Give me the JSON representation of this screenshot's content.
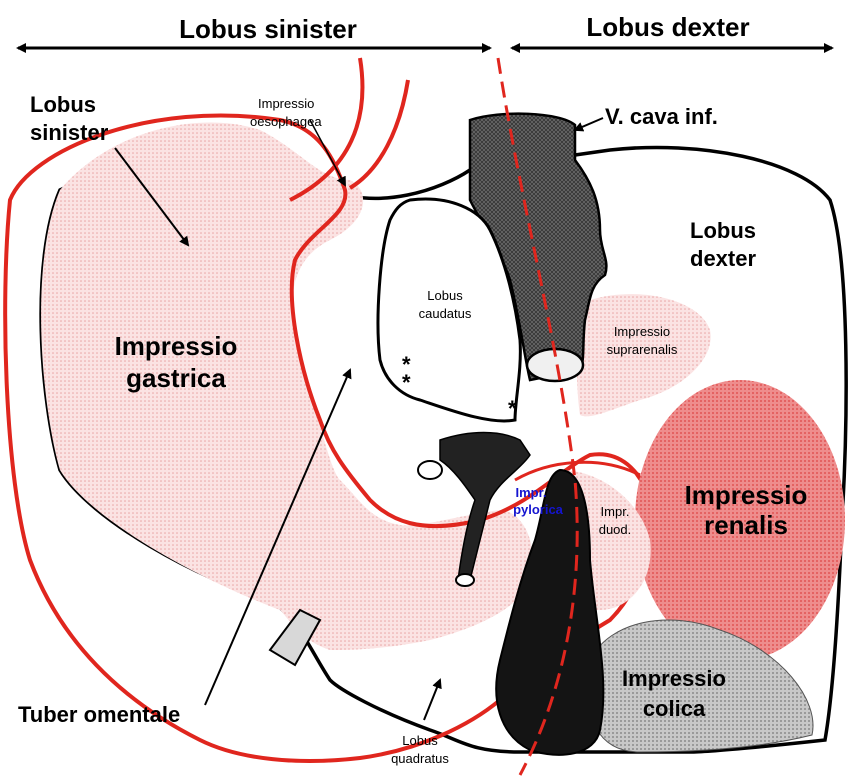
{
  "colors": {
    "outline": "#000000",
    "red_line": "#e0261e",
    "pink_fill": "#f6cdcd",
    "renal_fill": "#ec8080",
    "supra_fill": "#f4b2b2",
    "dark_vessel": "#575757",
    "grey_fill": "#a9a9a9",
    "label_blue": "#1414d0"
  },
  "header": {
    "left": "Lobus sinister",
    "right": "Lobus dexter"
  },
  "labels": {
    "lobus_sinister_1": "Lobus",
    "lobus_sinister_2": "sinister",
    "impressio_oesophagea_1": "Impressio",
    "impressio_oesophagea_2": "oesophagea",
    "v_cava": "V. cava inf.",
    "lobus_dexter_1": "Lobus",
    "lobus_dexter_2": "dexter",
    "lobus_caudatus_1": "Lobus",
    "lobus_caudatus_2": "caudatus",
    "impressio_gastrica_1": "Impressio",
    "impressio_gastrica_2": "gastrica",
    "impressio_suprarenalis_1": "Impressio",
    "impressio_suprarenalis_2": "suprarenalis",
    "impressio_renalis_1": "Impressio",
    "impressio_renalis_2": "renalis",
    "impr_pylorica_1": "Impr.",
    "impr_pylorica_2": "pylorica",
    "impr_duod_1": "Impr.",
    "impr_duod_2": "duod.",
    "impressio_colica_1": "Impressio",
    "impressio_colica_2": "colica",
    "tuber_omentale": "Tuber omentale",
    "lobus_quadratus_1": "Lobus",
    "lobus_quadratus_2": "quadratus",
    "star_1": "*",
    "star_2": "*",
    "star_3": "*"
  }
}
